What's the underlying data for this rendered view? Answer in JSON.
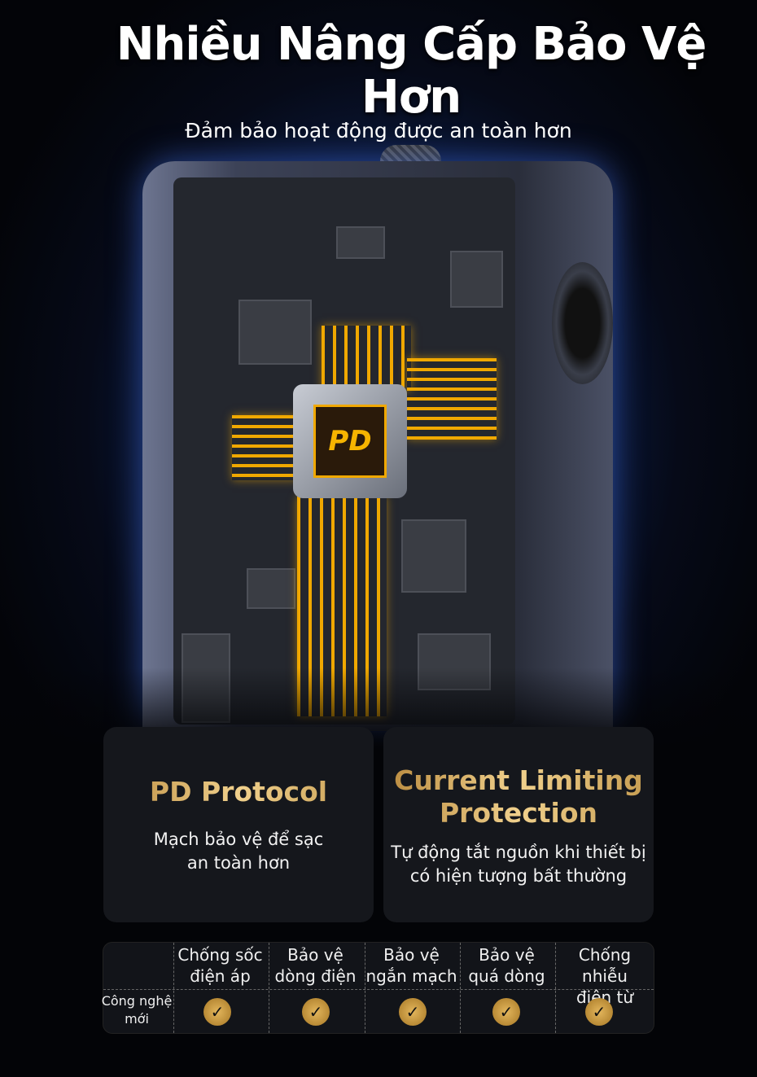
{
  "header": {
    "title": "Nhiều Nâng Cấp Bảo Vệ Hơn",
    "subtitle": "Đảm bảo hoạt động được an toàn hơn"
  },
  "product": {
    "chip_label": "PD"
  },
  "cards": [
    {
      "title": "PD Protocol",
      "desc_lines": [
        "Mạch bảo vệ để sạc",
        "an toàn hơn"
      ]
    },
    {
      "title_lines": [
        "Current Limiting",
        "Protection"
      ],
      "desc_lines": [
        "Tự động tắt nguồn khi thiết bị",
        "có hiện tượng bất thường"
      ]
    }
  ],
  "table": {
    "columns": [
      [
        "Chống sốc",
        "điện áp"
      ],
      [
        "Bảo vệ",
        "dòng điện"
      ],
      [
        "Bảo vệ",
        "ngắn mạch"
      ],
      [
        "Bảo vệ",
        "quá dòng"
      ],
      [
        "Chống nhiễu",
        "điện từ"
      ]
    ],
    "row_label": [
      "Công nghệ",
      "mới"
    ],
    "check_icon": "check-circle-icon",
    "checks": [
      true,
      true,
      true,
      true,
      true
    ]
  },
  "colors": {
    "gold": "#d9a94f",
    "card_bg": "#15171c",
    "trace": "#f0a800"
  }
}
